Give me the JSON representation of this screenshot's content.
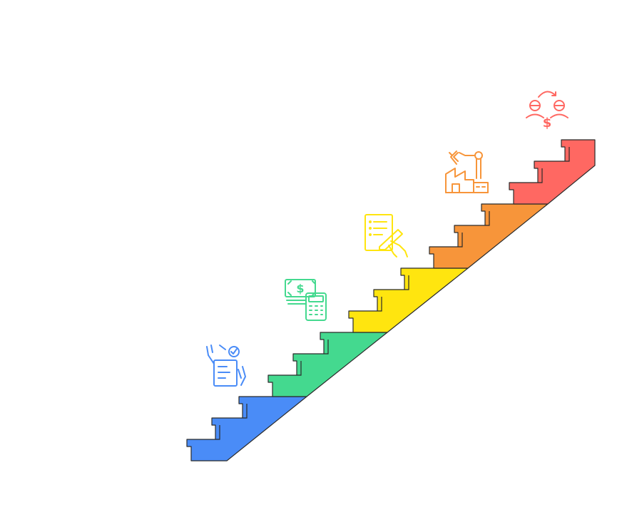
{
  "diagram": {
    "type": "staircase",
    "outline_color": "#2b2b2b",
    "segments": [
      {
        "order": 1,
        "color": "#4a8cf7",
        "icon": "approval-checklist-icon"
      },
      {
        "order": 2,
        "color": "#44d98f",
        "icon": "budget-calculator-icon"
      },
      {
        "order": 3,
        "color": "#ffe50f",
        "icon": "contract-signing-icon"
      },
      {
        "order": 4,
        "color": "#f7953a",
        "icon": "robotic-factory-icon"
      },
      {
        "order": 5,
        "color": "#ff6862",
        "icon": "customer-exchange-icon"
      }
    ]
  }
}
